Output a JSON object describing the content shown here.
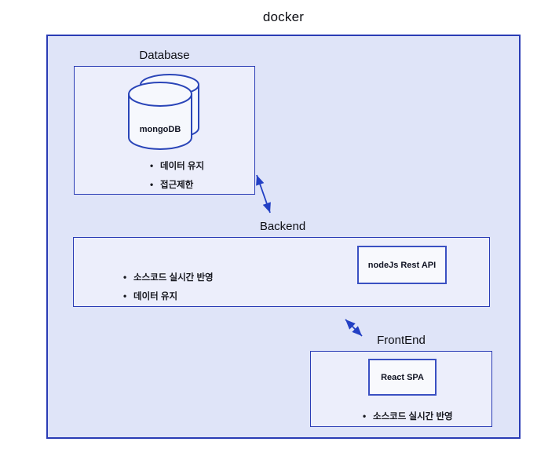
{
  "title": "docker",
  "sections": {
    "database": {
      "label": "Database",
      "component": "mongoDB",
      "bullets": [
        "데이터 유지",
        "접근제한"
      ]
    },
    "backend": {
      "label": "Backend",
      "component": "nodeJs Rest API",
      "bullets": [
        "소스코드 실시간 반영",
        "데이터 유지"
      ]
    },
    "frontend": {
      "label": "FrontEnd",
      "component": "React SPA",
      "bullets": [
        "소스코드 실시간 반영"
      ]
    }
  },
  "connections": [
    {
      "from": "Database",
      "to": "Backend",
      "type": "bidirectional"
    },
    {
      "from": "Backend",
      "to": "FrontEnd",
      "type": "bidirectional"
    }
  ],
  "colors": {
    "border_blue": "#2a3cb5",
    "outer_fill": "#dfe4f8",
    "section_fill": "#eceefb",
    "component_fill": "#f8f9fd",
    "arrow_blue": "#2340c4",
    "text_dark": "#14151d"
  }
}
